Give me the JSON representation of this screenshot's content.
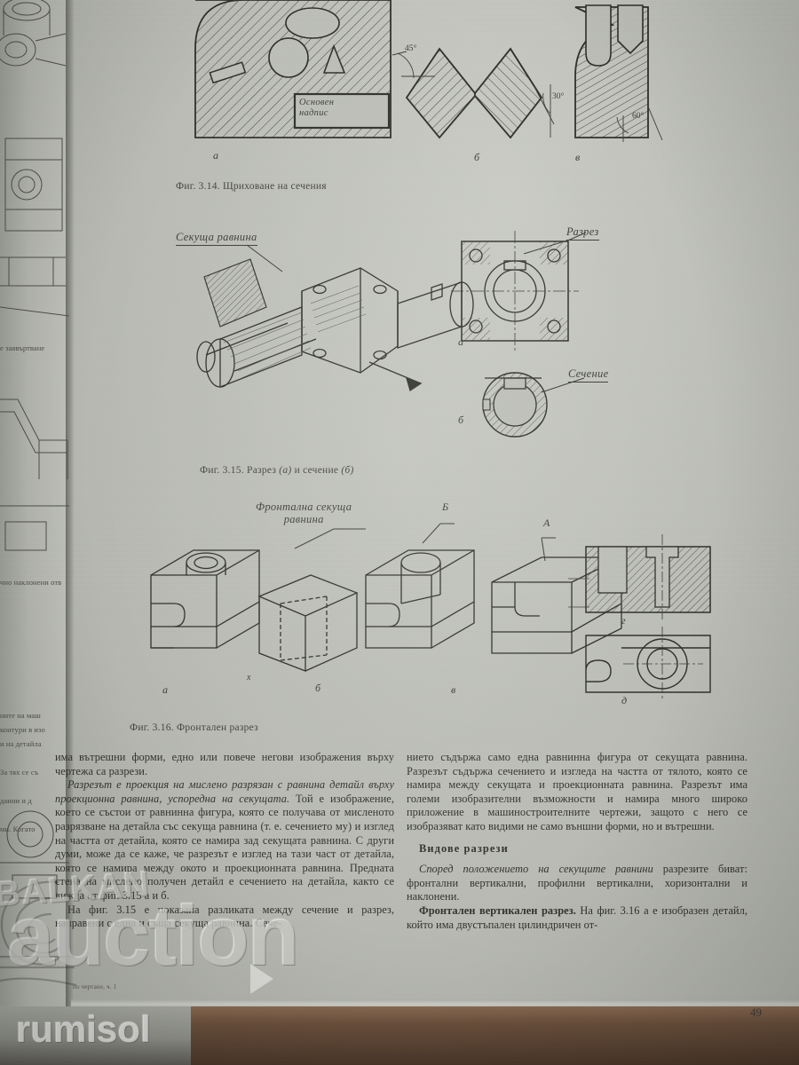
{
  "document": {
    "page_number": "49",
    "language": "bg",
    "running_foot": "по чертане, ч. 1"
  },
  "figures": [
    {
      "id": "fig-3-14",
      "caption_number": "Фиг. 3.14.",
      "caption_text": "Щриховане на сечения",
      "sublabels": [
        "а",
        "б",
        "в"
      ],
      "annotations": [
        {
          "name": "title-block-label",
          "text": "Основен\nнадпис"
        },
        {
          "name": "angle-45",
          "text": "45°"
        },
        {
          "name": "angle-30",
          "text": "30°"
        },
        {
          "name": "angle-60",
          "text": "60°"
        }
      ]
    },
    {
      "id": "fig-3-15",
      "caption_number": "Фиг. 3.15.",
      "caption_text_plain_1": "Разрез",
      "caption_italic_1": "(а)",
      "caption_text_plain_2": "и сечение",
      "caption_italic_2": "(б)",
      "sublabels": [
        "а",
        "б"
      ],
      "annotations": [
        {
          "name": "cutting-plane-label",
          "text": "Секуща равнина"
        },
        {
          "name": "section-cut-label",
          "text": "Разрез"
        },
        {
          "name": "section-view-label",
          "text": "Сечение"
        }
      ]
    },
    {
      "id": "fig-3-16",
      "caption_number": "Фиг. 3.16.",
      "caption_text": "Фронтален разрез",
      "sublabels": [
        "а",
        "б",
        "в",
        "г",
        "д"
      ],
      "annotations": [
        {
          "name": "frontal-cutting-plane-label",
          "text": "Фронтална секуща\nравнина"
        },
        {
          "name": "plane-marker-b",
          "text": "Б"
        },
        {
          "name": "plane-marker-a",
          "text": "А"
        },
        {
          "name": "axis-marker-x",
          "text": "x"
        }
      ]
    }
  ],
  "left_column": {
    "paragraphs": [
      {
        "id": "p1",
        "runs": [
          {
            "style": "normal",
            "text": "има вътрешни форми, едно или повече негови изображения върху чертежа са разрези."
          }
        ]
      },
      {
        "id": "p2",
        "runs": [
          {
            "style": "italic",
            "text": "Разрезът е проекция на мислено разрязан с равнина детайл върху проекционна равнина, успоредна на секущата."
          },
          {
            "style": "normal",
            "text": " Той е изображение, което се състои от равнинна фигура, която се получава от мисленото разрязване на детайла със секуща равнина (т. е. сечението му) и изглед на частта от детайла, която се намира зад секущата равнина. С други думи, може да се каже, че разрезът е изглед на тази част от детайла, която се намира между окото и проекционната равнина. Предната стена на мислено получен детайл е сечението на детайла, както се вижда от фиг. 3.15 а и б."
          }
        ]
      },
      {
        "id": "p3",
        "runs": [
          {
            "style": "normal",
            "text": "На фиг. 3.15 е показана разликата между сечение и разрез, направени с една и съща секуща равнина. Сече-"
          }
        ]
      }
    ]
  },
  "right_column": {
    "paragraphs": [
      {
        "id": "p1",
        "runs": [
          {
            "style": "normal",
            "text": "нието съдържа само една равнинна фигура от секущата равнина. Разрезът съдържа сечението и изгледа на частта от тялото, която се намира между секущата и проекционната равнина. Разрезът има големи изобразителни възможности и намира много широко приложение в машиностроителните чертежи, защото с него се изобразяват като видими не само външни форми, но и вътрешни."
          }
        ]
      }
    ],
    "subheading": "Видове разрези",
    "paragraphs2": [
      {
        "id": "p2",
        "runs": [
          {
            "style": "italic",
            "text": "Според положението на секущите равнини"
          },
          {
            "style": "normal",
            "text": " разрезите биват: фронтални вертикални, профилни вертикални, хоризонтални и наклонени."
          }
        ]
      },
      {
        "id": "p3",
        "runs": [
          {
            "style": "bold",
            "text": "Фронтален вертикален разрез."
          },
          {
            "style": "normal",
            "text": " На фиг. 3.16 а е изобразен детайл, който има двустъпален цилиндричен от-"
          }
        ]
      }
    ]
  },
  "left_page_bleed": {
    "fragments": [
      {
        "id": "f1",
        "text": "е заявъртване"
      },
      {
        "id": "f2",
        "text": "чно наклонени отв"
      },
      {
        "id": "f3",
        "text": "ните на маш"
      },
      {
        "id": "f4",
        "text": "контури в изо"
      },
      {
        "id": "f5",
        "text": "и на детайла"
      },
      {
        "id": "f6",
        "text": "За тях се съ"
      },
      {
        "id": "f7",
        "text": "данни и д"
      },
      {
        "id": "f8",
        "text": "ми. Когато"
      }
    ]
  },
  "watermark": {
    "line1": "BALKAN",
    "line2": "auction",
    "line3": "rumisol"
  },
  "colors": {
    "paper": "#bcbeb7",
    "ink": "#33332f",
    "caption_ink": "#44443f",
    "table_edge": "#4a3729"
  }
}
